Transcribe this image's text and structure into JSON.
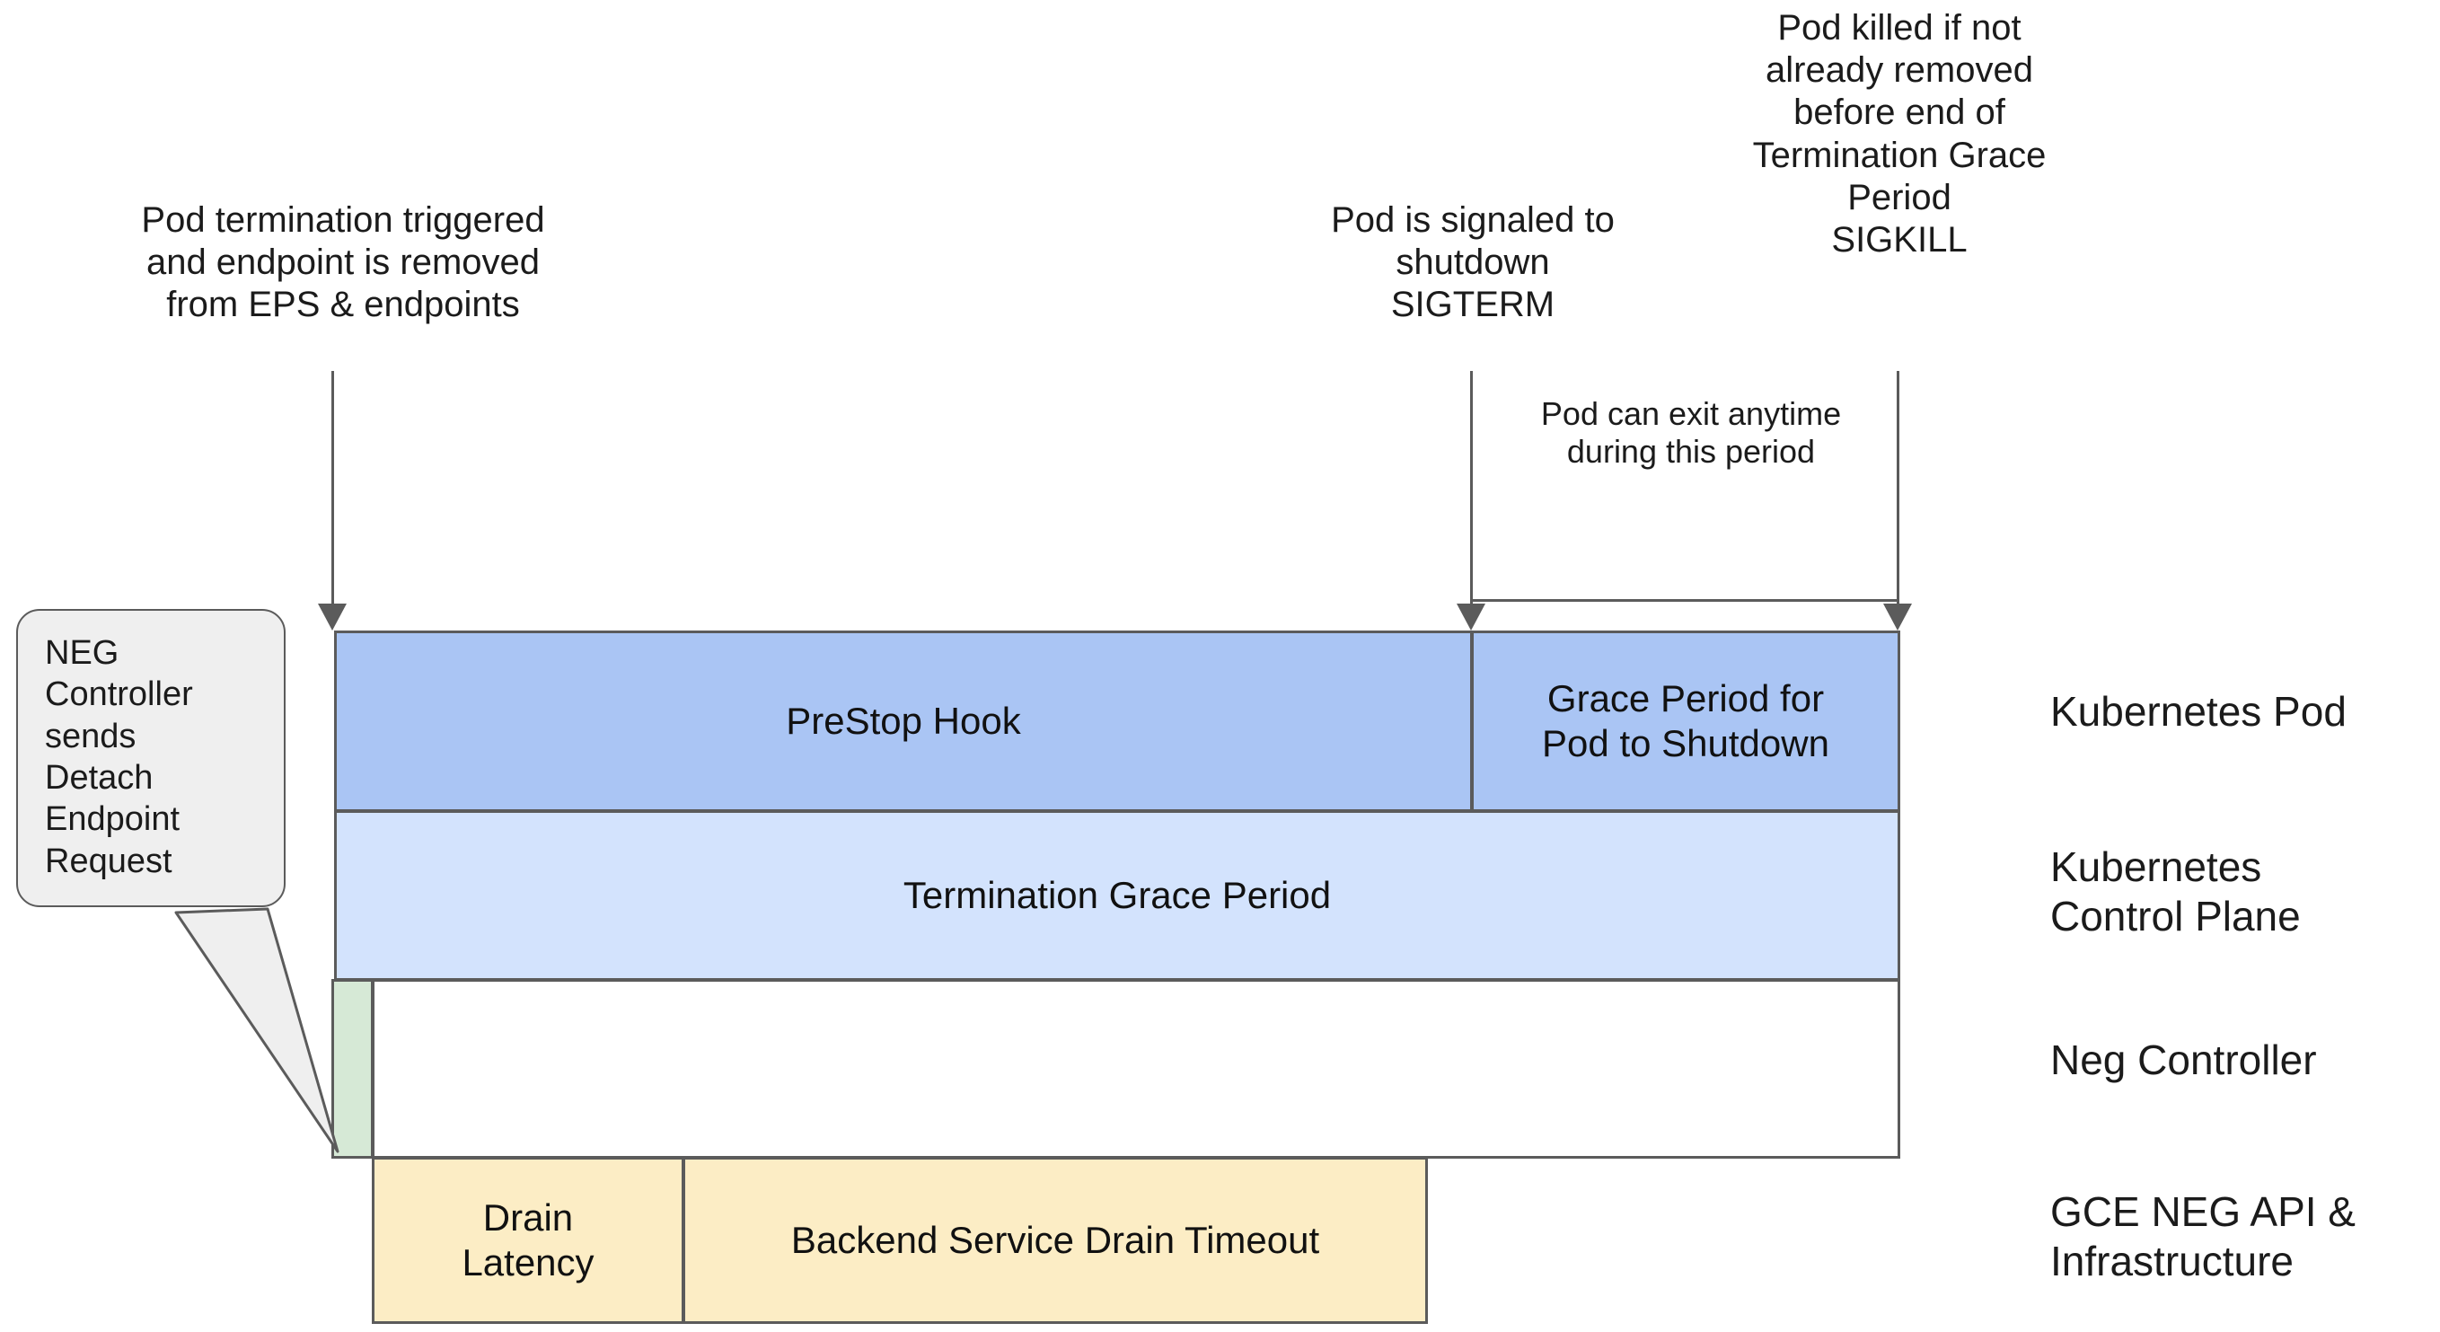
{
  "annotations": {
    "pod_termination": "Pod termination triggered\nand endpoint is removed\nfrom EPS & endpoints",
    "sigterm": "Pod is signaled to\nshutdown\nSIGTERM",
    "sigkill": "Pod killed if not\nalready removed\nbefore end of\nTermination Grace\nPeriod\nSIGKILL",
    "pod_exit": "Pod can exit anytime\nduring this period"
  },
  "callout": {
    "text": "NEG\nController\nsends\nDetach\nEndpoint\nRequest"
  },
  "bars": {
    "prestop_hook": "PreStop Hook",
    "grace_period": "Grace Period for\nPod to Shutdown",
    "termination_grace_period": "Termination Grace Period",
    "neg_controller": "",
    "blank_row": "",
    "drain_latency": "Drain\nLatency",
    "backend_service_drain_timeout": "Backend Service Drain Timeout"
  },
  "legend": {
    "kubernetes_pod": "Kubernetes Pod",
    "kubernetes_control_plane": "Kubernetes\nControl Plane",
    "neg_controller": "Neg Controller",
    "gce_neg_api": "GCE NEG API &\nInfrastructure"
  },
  "colors": {
    "pod_blue": "#aac5f4",
    "control_plane_blue": "#d3e3fd",
    "neg_green": "#d6e9d6",
    "gce_yellow": "#fcedc5",
    "stroke": "#5b5b5b",
    "callout_fill": "#efefef",
    "background": "#ffffff"
  }
}
